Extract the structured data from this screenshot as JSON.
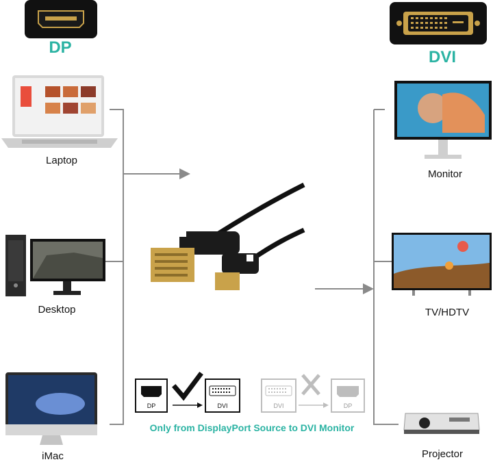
{
  "colors": {
    "accent": "#2bb3a3",
    "line": "#7d7d7d",
    "gold": "#c9a24a"
  },
  "headers": {
    "left": "DP",
    "right": "DVI"
  },
  "sources": [
    {
      "label": "Laptop",
      "icon": "laptop-icon"
    },
    {
      "label": "Desktop",
      "icon": "desktop-icon"
    },
    {
      "label": "iMac",
      "icon": "imac-icon"
    }
  ],
  "displays": [
    {
      "label": "Monitor",
      "icon": "monitor-icon"
    },
    {
      "label": "TV/HDTV",
      "icon": "tv-icon"
    },
    {
      "label": "Projector",
      "icon": "projector-icon"
    }
  ],
  "compat": {
    "ok_from": "DP",
    "ok_to": "DVI",
    "bad_from": "DVI",
    "bad_to": "DP",
    "note": "Only from DisplayPort Source to DVI Monitor"
  }
}
